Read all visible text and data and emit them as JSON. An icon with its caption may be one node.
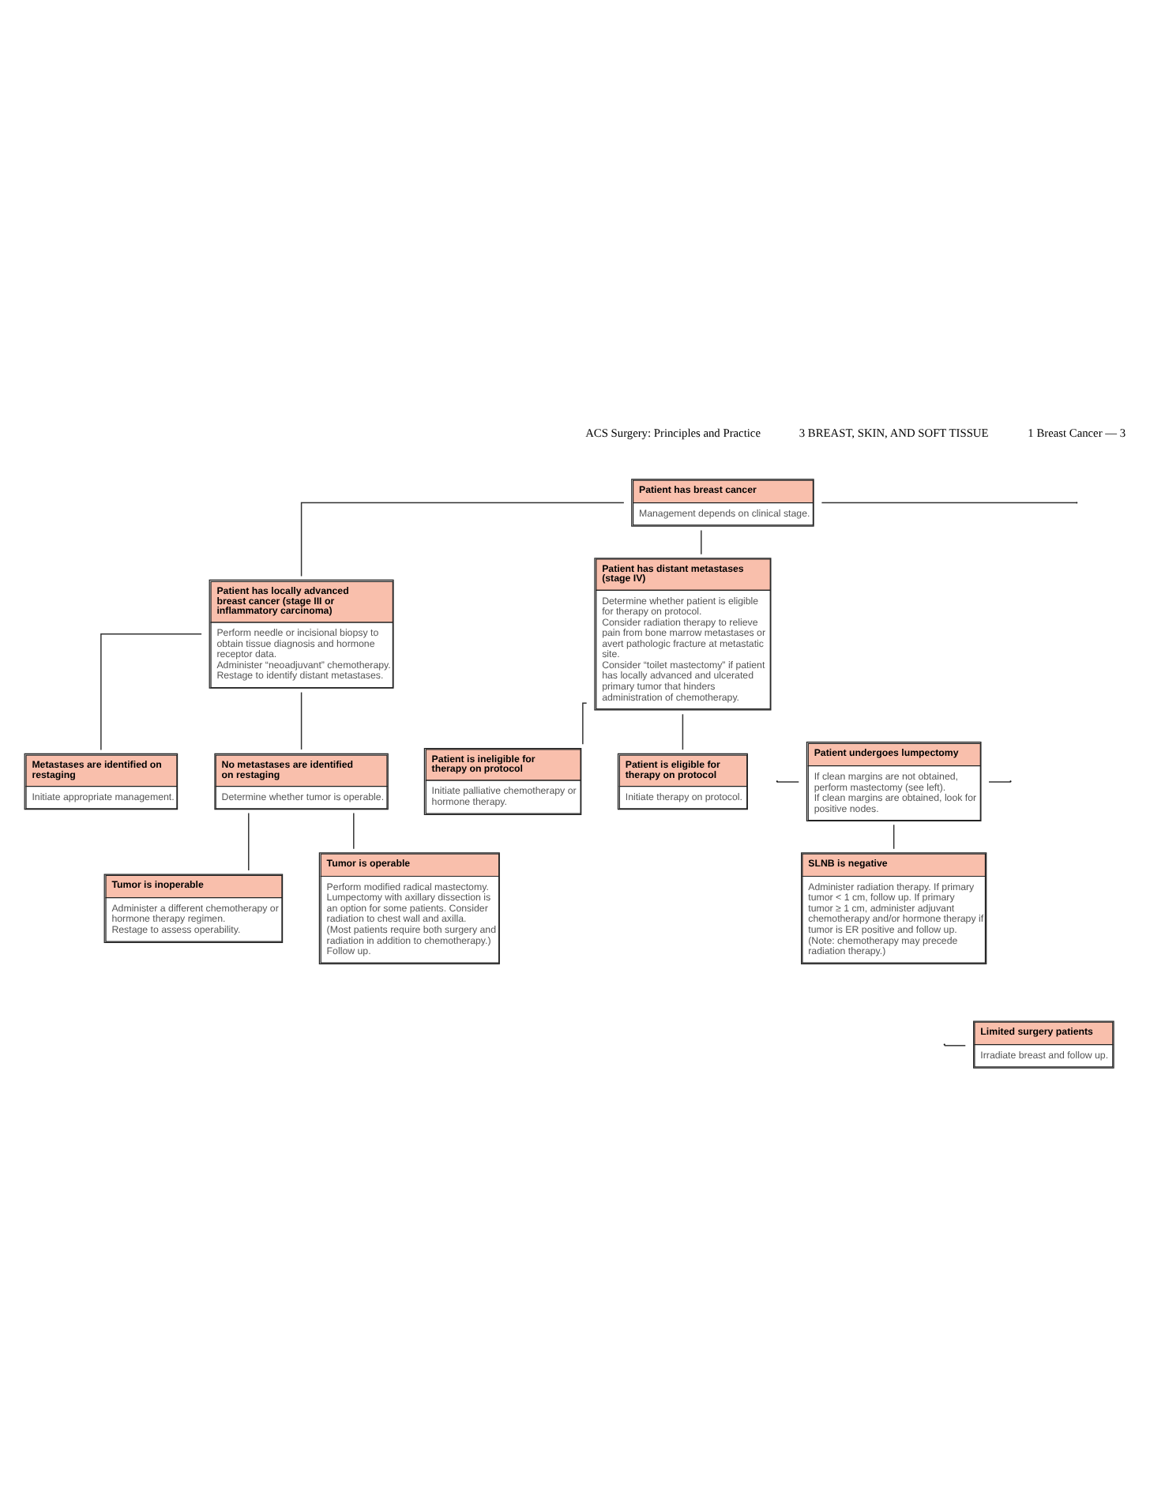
{
  "diagram": {
    "nodes": [
      {
        "text": [
          "Patient has breast cancer",
          "Management depends on clinical stage."
        ]
      },
      {
        "text": [
          "Patient has locally advanced breast cancer (stage III or inflammatory carcinoma)",
          "Perform needle or incisional biopsy to obtain tissue diagnosis and hormone receptor data.",
          "Administer “neoadjuvant” chemotherapy.",
          "Restage to identify distant metastases."
        ]
      },
      {
        "text": [
          "Patient has distant metastases (stage IV)",
          "Determine whether patient is eligible for therapy on protocol.",
          "Consider radiation therapy to relieve pain from bone marrow metastases or avert pathologic fracture at metastatic site.",
          "Consider “toilet mastectomy” if patient has locally advanced and ulcerated primary tumor that hinders administration of chemotherapy."
        ]
      },
      {
        "text": [
          "Patient undergoes lumpectomy",
          "If clean margins are not obtained, perform mastectomy (see left).",
          "If clean margins are obtained, look for positive nodes."
        ]
      },
      {
        "text": [
          "Metastases are identified on restaging",
          "Initiate appropriate management."
        ]
      },
      {
        "text": [
          "No metastases are identified on restaging",
          "Determine whether tumor is operable."
        ]
      },
      {
        "text": [
          "SLNB is negative",
          "Administer radiation therapy. If primary tumor < 1 cm, follow up. If primary tumor ≥ 1 cm, administer adjuvant chemotherapy and/or hormone therapy if tumor is ER positive and follow up.",
          "(Note: chemotherapy may precede radiation therapy.)"
        ]
      },
      {
        "text": [
          "Tumor is inoperable",
          "Administer a different chemotherapy or hormone therapy regimen.",
          "Restage to assess operability."
        ]
      },
      {
        "text": [
          "Tumor is operable",
          "Perform modified radical mastectomy. Lumpectomy with axillary dissection is an option for some patients. Consider radiation to chest wall and axilla. (Most patients require both surgery and radiation in addition to chemotherapy.)",
          "Follow up."
        ]
      },
      {
        "text": [
          "Limited surgery patients",
          "Irradiate breast and follow up."
        ]
      },
      {
        "text": [
          "Patient is ineligible for therapy on protocol",
          "Initiate palliative chemotherapy or hormone therapy."
        ]
      },
      {
        "text": [
          "Patient is eligible for therapy on protocol",
          "Initiate therapy on protocol."
        ]
      }
    ],
    "edges": [
      {
        "from": 0,
        "to": 1,
        "arrow": "none"
      },
      {
        "from": 0,
        "to": 2,
        "arrow": "none"
      },
      {
        "from": 0,
        "to": null,
        "arrow": "none"
      },
      {
        "from": null,
        "to": 3,
        "arrow": "none"
      },
      {
        "from": 1,
        "to": 4,
        "arrow": "none"
      },
      {
        "from": 1,
        "to": 5,
        "arrow": "none"
      },
      {
        "from": 3,
        "to": 6,
        "arrow": "none"
      },
      {
        "from": 3,
        "to": null,
        "arrow": "none"
      },
      {
        "from": 5,
        "to": 7,
        "arrow": "none"
      },
      {
        "from": 5,
        "to": 8,
        "arrow": "none"
      },
      {
        "from": null,
        "to": 9,
        "arrow": "none"
      },
      {
        "from": 2,
        "to": 10,
        "arrow": "none"
      },
      {
        "from": 2,
        "to": 11,
        "arrow": "none"
      }
    ],
    "labels": [
      "ACS Surgery: Principles and Practice",
      "3 BREAST, SKIN, AND SOFT TISSUE",
      "1 Breast Cancer — 3"
    ]
  }
}
